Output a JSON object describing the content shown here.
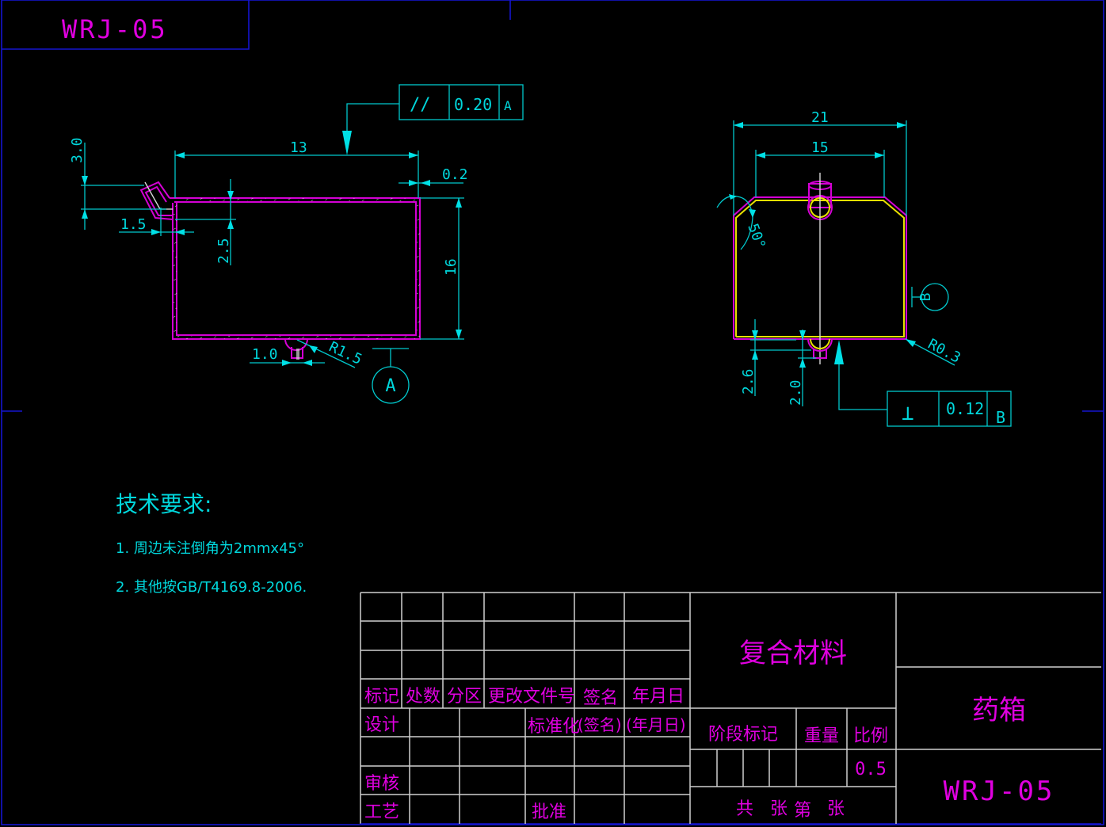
{
  "drawing": {
    "corner_code": "WRJ-05",
    "colors": {
      "background": "#000000",
      "dimension": "#00d7dc",
      "outline": "#d400d4",
      "inner_outline": "#e8e000",
      "frame": "#1515d0",
      "table_grid": "#cfcfcf",
      "table_text": "#e000e0"
    }
  },
  "front_view": {
    "dimensions": {
      "width": "13",
      "thickness_gap": "0.2",
      "lip_height": "3.0",
      "lip_offset": "1.5",
      "flange_depth": "2.5",
      "height": "16",
      "slot_width": "1.0",
      "radius": "R1.5"
    },
    "tolerance_frame": {
      "symbol": "//",
      "value": "0.20",
      "datum": "A"
    },
    "datum_marker": "A"
  },
  "side_view": {
    "dimensions": {
      "outer_width": "21",
      "inner_width": "15",
      "angle": "50°",
      "corner_radius": "R0.3",
      "slot_depth_a": "2.6",
      "slot_depth_b": "2.0"
    },
    "tolerance_frame": {
      "symbol": "⊥",
      "value": "0.12",
      "datum": "B"
    },
    "datum_marker": "B"
  },
  "notes": {
    "title": "技术要求:",
    "items": [
      "1. 周边未注倒角为2mmx45°",
      "2. 其他按GB/T4169.8-2006."
    ]
  },
  "title_block": {
    "revision_headers": [
      "标记",
      "处数",
      "分区",
      "更改文件号",
      "签名",
      "年月日"
    ],
    "design_label": "设计",
    "standardize_label": "标准化",
    "sign_label": "(签名)",
    "date_label": "(年月日)",
    "review_label": "审核",
    "process_label": "工艺",
    "approve_label": "批准",
    "material": "复合材料",
    "stage_mark_label": "阶段标记",
    "weight_label": "重量",
    "scale_label": "比例",
    "scale_value": "0.5",
    "sheet_total_label": "共",
    "sheet_unit_1": "张",
    "sheet_no_label": "第",
    "sheet_unit_2": "张",
    "part_name": "药箱",
    "drawing_number": "WRJ-05"
  }
}
